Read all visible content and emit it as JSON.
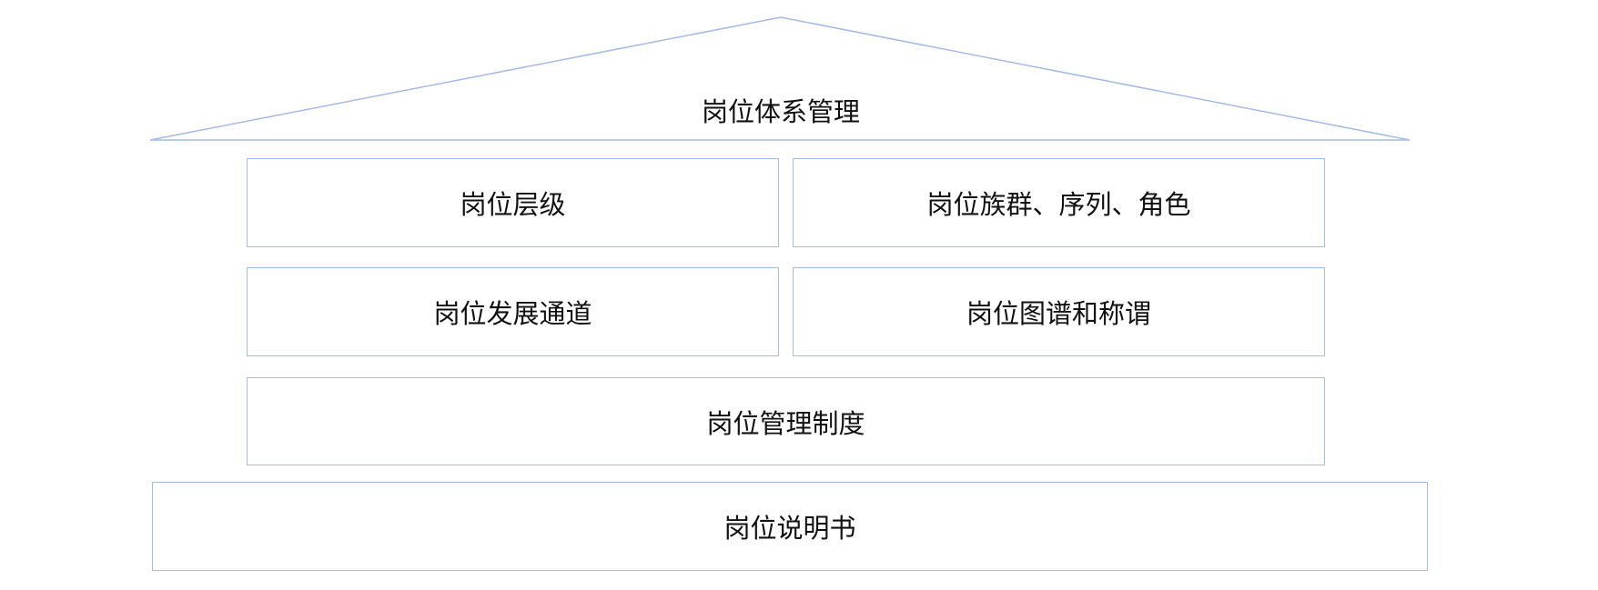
{
  "roof": {
    "label": "岗位体系管理"
  },
  "rows": [
    {
      "left": "岗位层级",
      "right": "岗位族群、序列、角色"
    },
    {
      "left": "岗位发展通道",
      "right": "岗位图谱和称谓"
    }
  ],
  "management": "岗位管理制度",
  "foundation": "岗位说明书",
  "colors": {
    "border": "#a3bbe8"
  }
}
